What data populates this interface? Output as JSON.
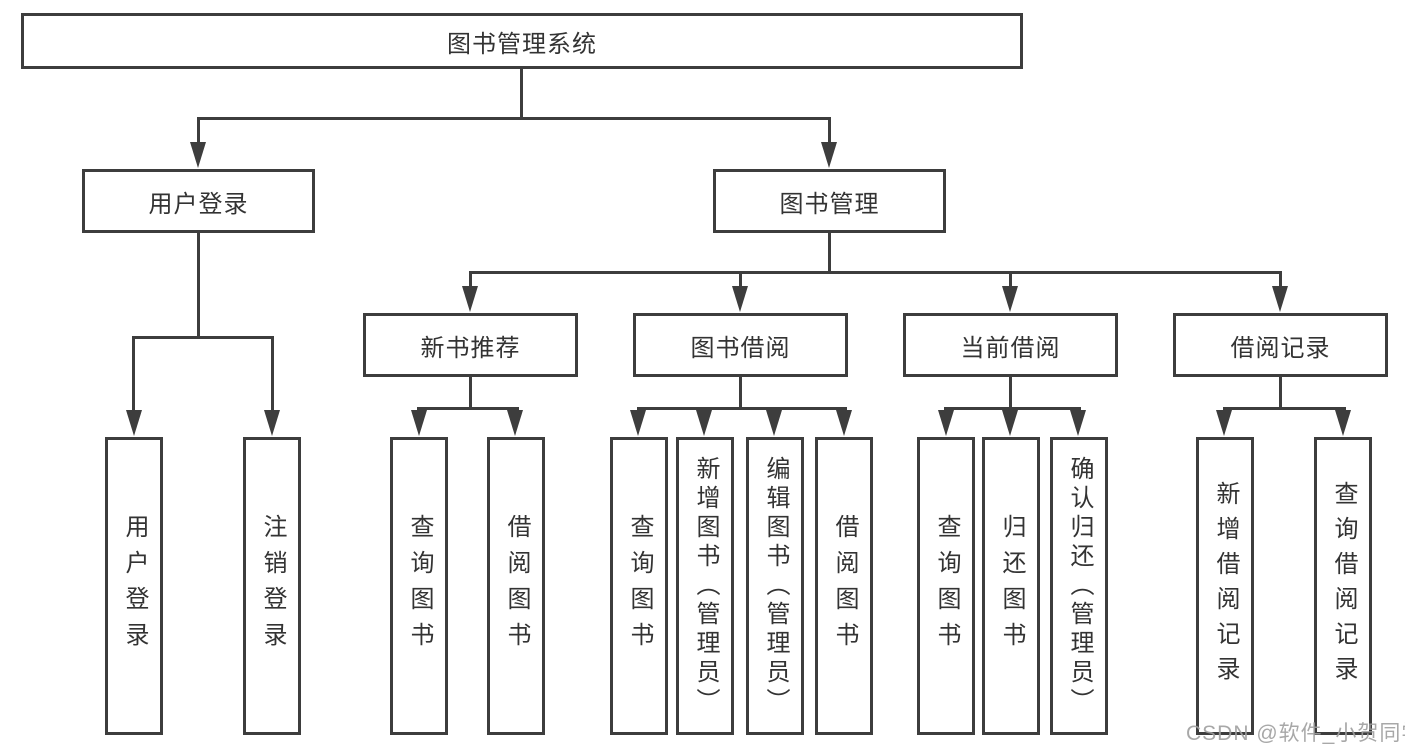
{
  "diagram": {
    "root": "图书管理系统",
    "user_login": {
      "label": "用户登录",
      "children": [
        "用户登录",
        "注销登录"
      ]
    },
    "book_management": {
      "label": "图书管理",
      "groups": [
        {
          "label": "新书推荐",
          "children": [
            "查询图书",
            "借阅图书"
          ]
        },
        {
          "label": "图书借阅",
          "children": [
            "查询图书",
            "新增图书（管理员）",
            "编辑图书（管理员）",
            "借阅图书"
          ]
        },
        {
          "label": "当前借阅",
          "children": [
            "查询图书",
            "归还图书",
            "确认归还（管理员）"
          ]
        },
        {
          "label": "借阅记录",
          "children": [
            "新增借阅记录",
            "查询借阅记录"
          ]
        }
      ]
    }
  },
  "watermark": "CSDN @软件_小贺同学"
}
